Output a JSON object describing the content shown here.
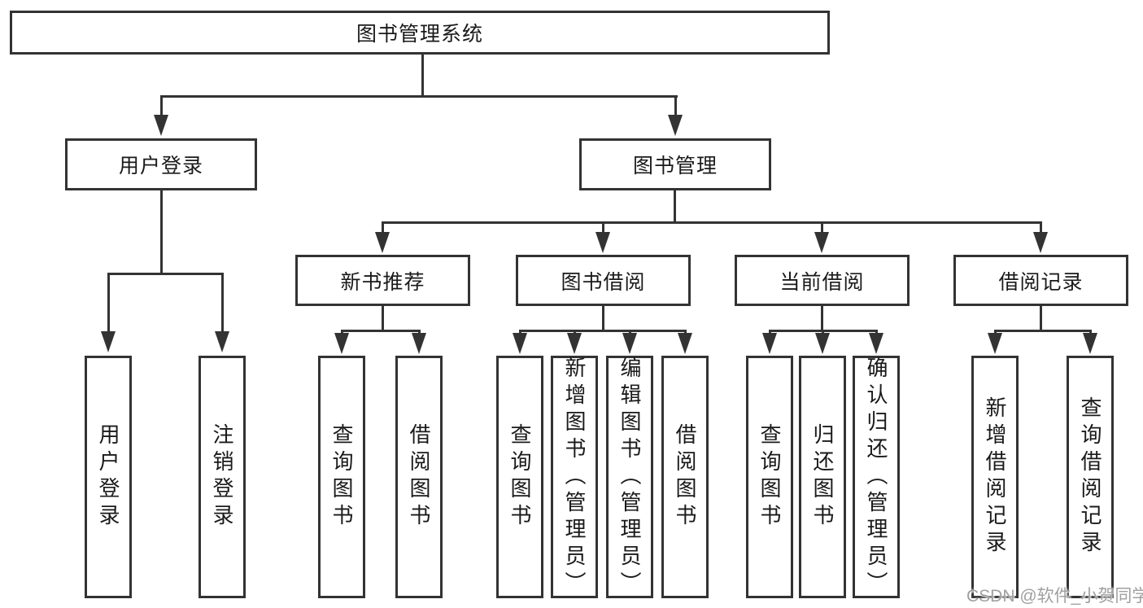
{
  "tree": {
    "root": "图书管理系统",
    "children": [
      {
        "label": "用户登录",
        "children": [
          "用户登录",
          "注销登录"
        ]
      },
      {
        "label": "图书管理",
        "children": [
          {
            "label": "新书推荐",
            "children": [
              "查询图书",
              "借阅图书"
            ]
          },
          {
            "label": "图书借阅",
            "children": [
              "查询图书",
              "新增图书（管理员）",
              "编辑图书（管理员）",
              "借阅图书"
            ]
          },
          {
            "label": "当前借阅",
            "children": [
              "查询图书",
              "归还图书",
              "确认归还（管理员）"
            ]
          },
          {
            "label": "借阅记录",
            "children": [
              "新增借阅记录",
              "查询借阅记录"
            ]
          }
        ]
      }
    ]
  },
  "watermark": {
    "text": "CSDN @软件_小贺同学"
  },
  "colors": {
    "line": "#333333",
    "text": "#1a1a1a",
    "watermark": "#a0a0a0",
    "background": "#ffffff"
  }
}
